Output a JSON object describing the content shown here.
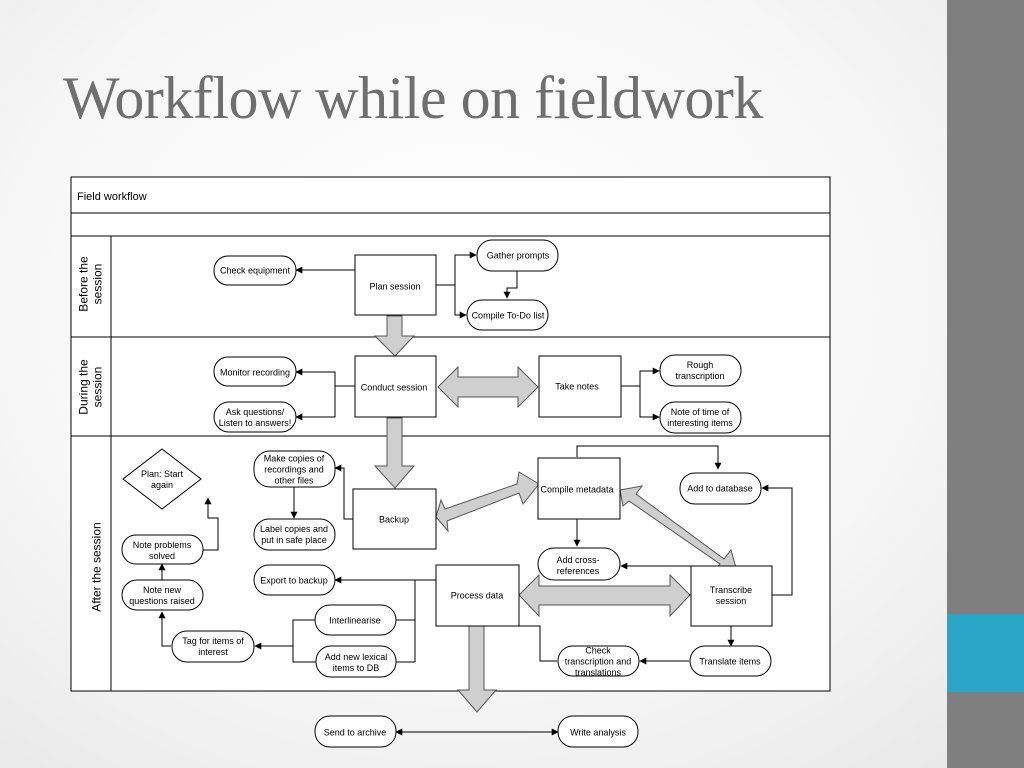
{
  "slide": {
    "title": "Workflow while on fieldwork"
  },
  "diagram": {
    "title": "Field workflow",
    "lanes": {
      "before": [
        "Before the",
        "session"
      ],
      "during": [
        "During the",
        "session"
      ],
      "after": [
        "After the session"
      ]
    },
    "nodes": {
      "check_equipment": [
        "Check equipment"
      ],
      "plan_session": [
        "Plan session"
      ],
      "gather_prompts": [
        "Gather prompts"
      ],
      "compile_todo": [
        "Compile To-Do list"
      ],
      "monitor_recording": [
        "Monitor recording"
      ],
      "conduct_session": [
        "Conduct session"
      ],
      "take_notes": [
        "Take notes"
      ],
      "rough_transcription": [
        "Rough",
        "transcription"
      ],
      "ask_questions": [
        "Ask questions/",
        "Listen to answers!"
      ],
      "note_time": [
        "Note of time of",
        "interesting items"
      ],
      "plan_start_again": [
        "Plan: Start",
        "again"
      ],
      "make_copies": [
        "Make copies of",
        "recordings and",
        "other files"
      ],
      "backup": [
        "Backup"
      ],
      "compile_metadata": [
        "Compile metadata"
      ],
      "add_to_database": [
        "Add to database"
      ],
      "note_problems": [
        "Note problems",
        "solved"
      ],
      "label_copies": [
        "Label copies and",
        "put in safe place"
      ],
      "add_cross_refs": [
        "Add cross-",
        "references"
      ],
      "note_new_questions": [
        "Note new",
        "questions raised"
      ],
      "export_backup": [
        "Export to backup"
      ],
      "process_data": [
        "Process data"
      ],
      "transcribe_session": [
        "Transcribe",
        "session"
      ],
      "interlinearise": [
        "Interlinearise"
      ],
      "tag_items": [
        "Tag for items of",
        "interest"
      ],
      "add_lexical": [
        "Add new lexical",
        "items to DB"
      ],
      "check_transcription": [
        "Check",
        "transcription and",
        "translations"
      ],
      "translate_items": [
        "Translate items"
      ],
      "send_archive": [
        "Send to archive"
      ],
      "write_analysis": [
        "Write analysis"
      ]
    }
  }
}
